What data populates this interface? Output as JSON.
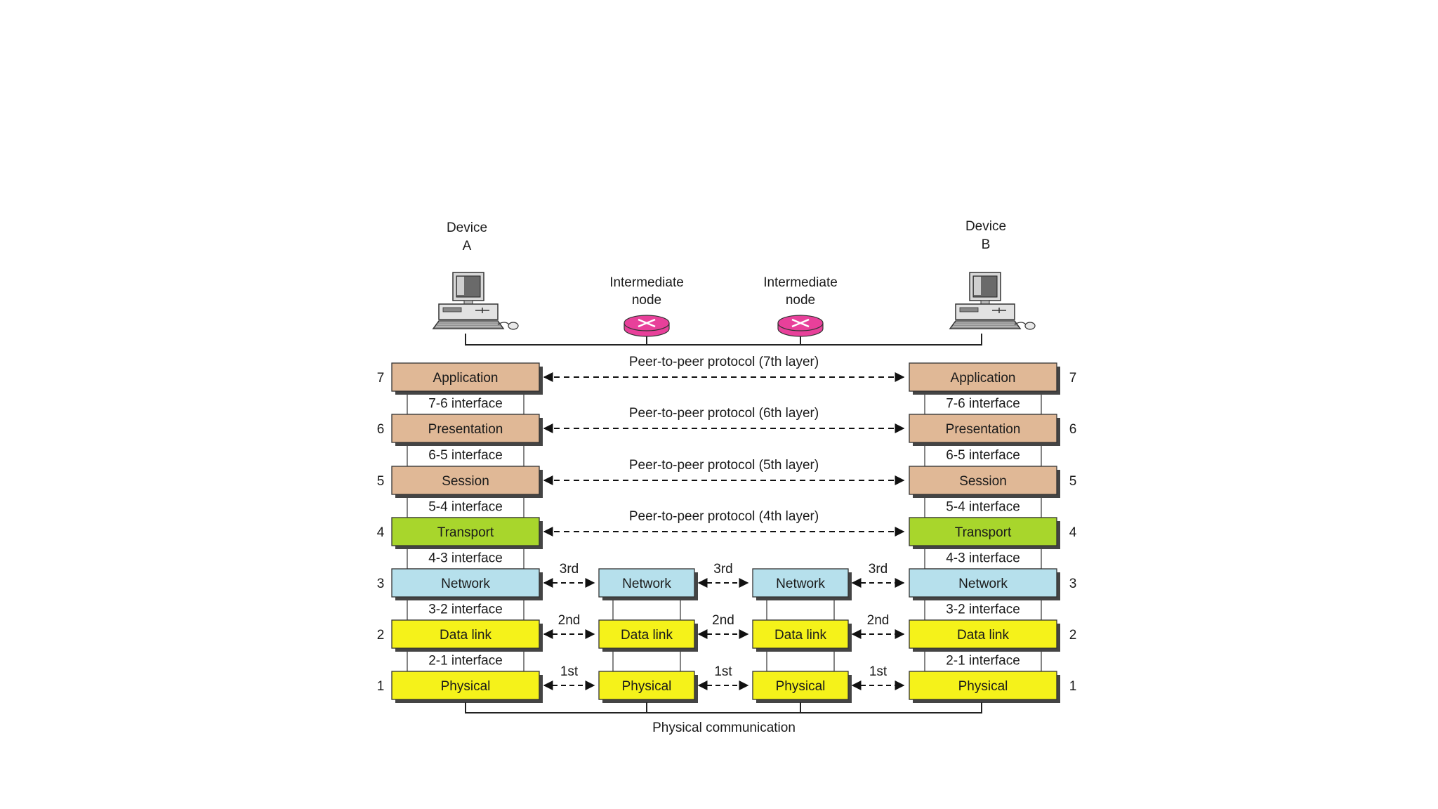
{
  "devices": [
    {
      "name": "Device",
      "id": "A"
    },
    {
      "name": "Device",
      "id": "B"
    }
  ],
  "intermediate_label": [
    "Intermediate",
    "node"
  ],
  "end_layers": [
    {
      "num": "7",
      "name": "Application",
      "color": "#e0b896"
    },
    {
      "num": "6",
      "name": "Presentation",
      "color": "#e0b896"
    },
    {
      "num": "5",
      "name": "Session",
      "color": "#e0b896"
    },
    {
      "num": "4",
      "name": "Transport",
      "color": "#a8d62c"
    },
    {
      "num": "3",
      "name": "Network",
      "color": "#b6e0ec"
    },
    {
      "num": "2",
      "name": "Data link",
      "color": "#f5f21a"
    },
    {
      "num": "1",
      "name": "Physical",
      "color": "#f5f21a"
    }
  ],
  "interfaces": [
    "7-6 interface",
    "6-5 interface",
    "5-4 interface",
    "4-3 interface",
    "3-2 interface",
    "2-1 interface"
  ],
  "peer_protocols": [
    "Peer-to-peer protocol (7th layer)",
    "Peer-to-peer protocol (6th layer)",
    "Peer-to-peer protocol (5th layer)",
    "Peer-to-peer protocol (4th layer)"
  ],
  "node_layers": [
    {
      "name": "Network",
      "color": "#b6e0ec"
    },
    {
      "name": "Data link",
      "color": "#f5f21a"
    },
    {
      "name": "Physical",
      "color": "#f5f21a"
    }
  ],
  "hop_labels": [
    "3rd",
    "2nd",
    "1st"
  ],
  "physical_communication": "Physical communication",
  "router_color": "#e8409a"
}
